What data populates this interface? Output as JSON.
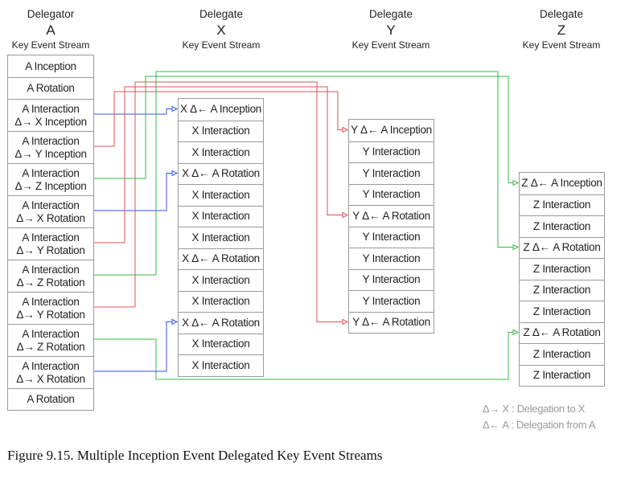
{
  "headers": [
    {
      "role": "Delegator",
      "letter": "A",
      "stream": "Key Event Stream"
    },
    {
      "role": "Delegate",
      "letter": "X",
      "stream": "Key Event Stream"
    },
    {
      "role": "Delegate",
      "letter": "Y",
      "stream": "Key Event Stream"
    },
    {
      "role": "Delegate",
      "letter": "Z",
      "stream": "Key Event Stream"
    }
  ],
  "columns": {
    "A": [
      [
        "A Inception"
      ],
      [
        "A Rotation"
      ],
      [
        "A Interaction",
        "Δ→ X Inception"
      ],
      [
        "A Interaction",
        "Δ→ Y Inception"
      ],
      [
        "A Interaction",
        "Δ→ Z Inception"
      ],
      [
        "A Interaction",
        "Δ→ X Rotation"
      ],
      [
        "A Interaction",
        "Δ→ Y Rotation"
      ],
      [
        "A Interaction",
        "Δ→ Z Rotation"
      ],
      [
        "A Interaction",
        "Δ→ Y Rotation"
      ],
      [
        "A Interaction",
        "Δ→ Z Rotation"
      ],
      [
        "A Interaction",
        "Δ→ X Rotation"
      ],
      [
        "A Rotation"
      ]
    ],
    "X": [
      "X Δ← A Inception",
      "X Interaction",
      "X Interaction",
      "X Δ← A Rotation",
      "X Interaction",
      "X Interaction",
      "X Interaction",
      "X Δ← A Rotation",
      "X Interaction",
      "X Interaction",
      "X Δ← A Rotation",
      "X Interaction",
      "X Interaction"
    ],
    "Y": [
      "Y Δ← A Inception",
      "Y Interaction",
      "Y Interaction",
      "Y Interaction",
      "Y Δ← A Rotation",
      "Y Interaction",
      "Y Interaction",
      "Y Interaction",
      "Y Interaction",
      "Y Δ← A Rotation"
    ],
    "Z": [
      "Z Δ← A Inception",
      "Z Interaction",
      "Z Interaction",
      "Z Δ← A Rotation",
      "Z Interaction",
      "Z Interaction",
      "Z Interaction",
      "Z Δ← A Rotation",
      "Z Interaction",
      "Z Interaction"
    ]
  },
  "connectors": [
    {
      "from_a_row": 2,
      "to": "X",
      "to_row": 0,
      "color": "blue"
    },
    {
      "from_a_row": 3,
      "to": "Y",
      "to_row": 0,
      "color": "red"
    },
    {
      "from_a_row": 4,
      "to": "Z",
      "to_row": 0,
      "color": "green"
    },
    {
      "from_a_row": 5,
      "to": "X",
      "to_row": 3,
      "color": "blue"
    },
    {
      "from_a_row": 6,
      "to": "Y",
      "to_row": 4,
      "color": "red"
    },
    {
      "from_a_row": 7,
      "to": "Z",
      "to_row": 3,
      "color": "green"
    },
    {
      "from_a_row": 8,
      "to": "Y",
      "to_row": 9,
      "color": "red"
    },
    {
      "from_a_row": 9,
      "to": "Z",
      "to_row": 7,
      "color": "green"
    },
    {
      "from_a_row": 10,
      "to": "X",
      "to_row": 10,
      "color": "blue"
    }
  ],
  "colors": {
    "blue": "#3355dd",
    "red": "#e0505a",
    "green": "#33bb44",
    "box_border": "#9a9a9a",
    "legend": "#9a9a9a"
  },
  "legend": [
    "Δ→ X :  Delegation to X",
    "Δ← A :  Delegation from A"
  ],
  "caption": "Figure 9.15.  Multiple Inception Event Delegated Key Event Streams"
}
